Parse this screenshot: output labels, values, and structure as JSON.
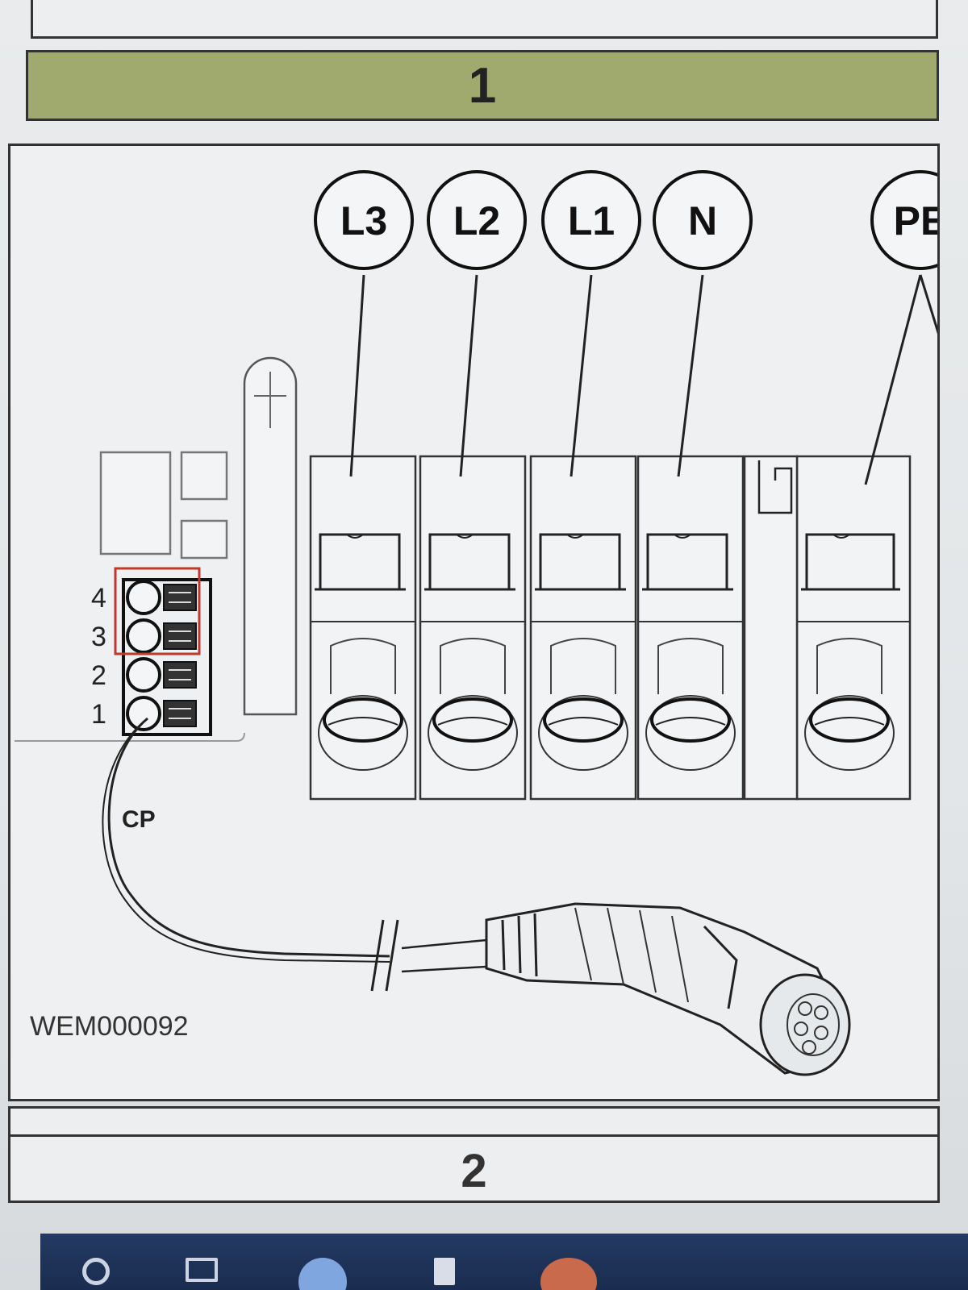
{
  "section_top": {
    "label": "1"
  },
  "section_bottom": {
    "label": "2"
  },
  "diagram": {
    "terminal_labels": [
      "L3",
      "L2",
      "L1",
      "N",
      "PE"
    ],
    "connector_pins": [
      "4",
      "3",
      "2",
      "1"
    ],
    "cable_label": "CP",
    "figure_code": "WEM000092"
  },
  "colors": {
    "header_bg": "#a1aa6e",
    "highlight": "#c0392b",
    "taskbar": "#1f335a"
  },
  "icons": [
    "search-icon",
    "task-view-icon",
    "browser-icon",
    "file-icon",
    "app-icon"
  ]
}
